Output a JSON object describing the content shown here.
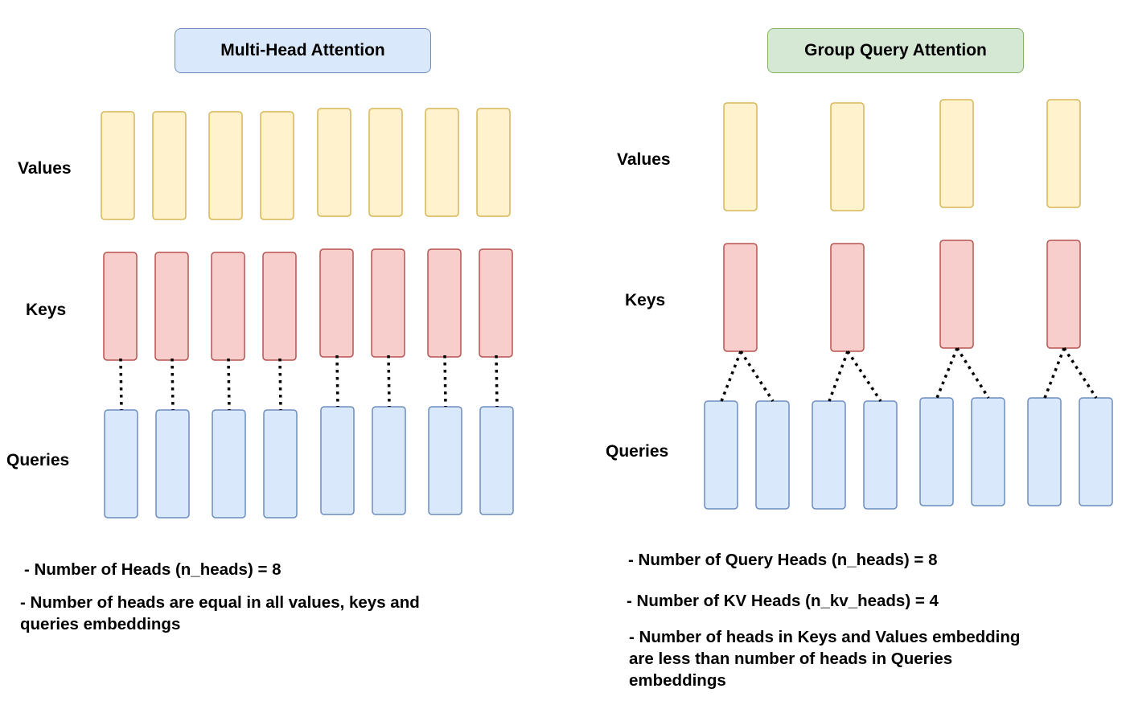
{
  "colors": {
    "values_fill": "#fff2cc",
    "values_stroke": "#d6b656",
    "keys_fill": "#f8cecc",
    "keys_stroke": "#b85450",
    "queries_fill": "#dae8fc",
    "queries_stroke": "#6c8ebf",
    "title_mha_fill": "#dae8fc",
    "title_mha_stroke": "#6c8ebf",
    "title_gqa_fill": "#d5e8d4",
    "title_gqa_stroke": "#82b366",
    "connector": "#000000"
  },
  "mha": {
    "title": "Multi-Head Attention",
    "labels": {
      "values": "Values",
      "keys": "Keys",
      "queries": "Queries"
    },
    "n_values": 8,
    "n_keys": 8,
    "n_queries": 8,
    "notes": [
      "- Number of Heads (n_heads) = 8",
      "- Number of heads are equal in all values, keys and",
      "queries embeddings"
    ]
  },
  "gqa": {
    "title": "Group Query Attention",
    "labels": {
      "values": "Values",
      "keys": "Keys",
      "queries": "Queries"
    },
    "n_values": 4,
    "n_keys": 4,
    "n_queries": 8,
    "notes": [
      "- Number of Query Heads (n_heads) = 8",
      "- Number of KV Heads (n_kv_heads) = 4",
      "- Number of heads in Keys and Values embedding",
      "are less than number of heads in Queries",
      "embeddings"
    ]
  }
}
